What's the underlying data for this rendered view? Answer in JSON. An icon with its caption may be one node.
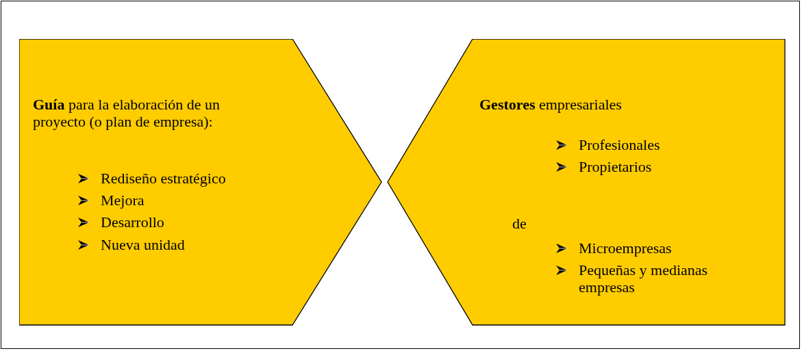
{
  "diagram": {
    "nodes": [
      {
        "text": [
          "**Guía** para la elaboración de un proyecto (o plan de empresa):",
          "Rediseño estratégico",
          "Mejora",
          "Desarrollo",
          "Nueva unidad"
        ]
      },
      {
        "text": [
          "**Gestores** empresariales",
          "Profesionales",
          "Propietarios",
          "de",
          "Microempresas",
          "Pequeñas y medianas empresas"
        ]
      }
    ]
  }
}
